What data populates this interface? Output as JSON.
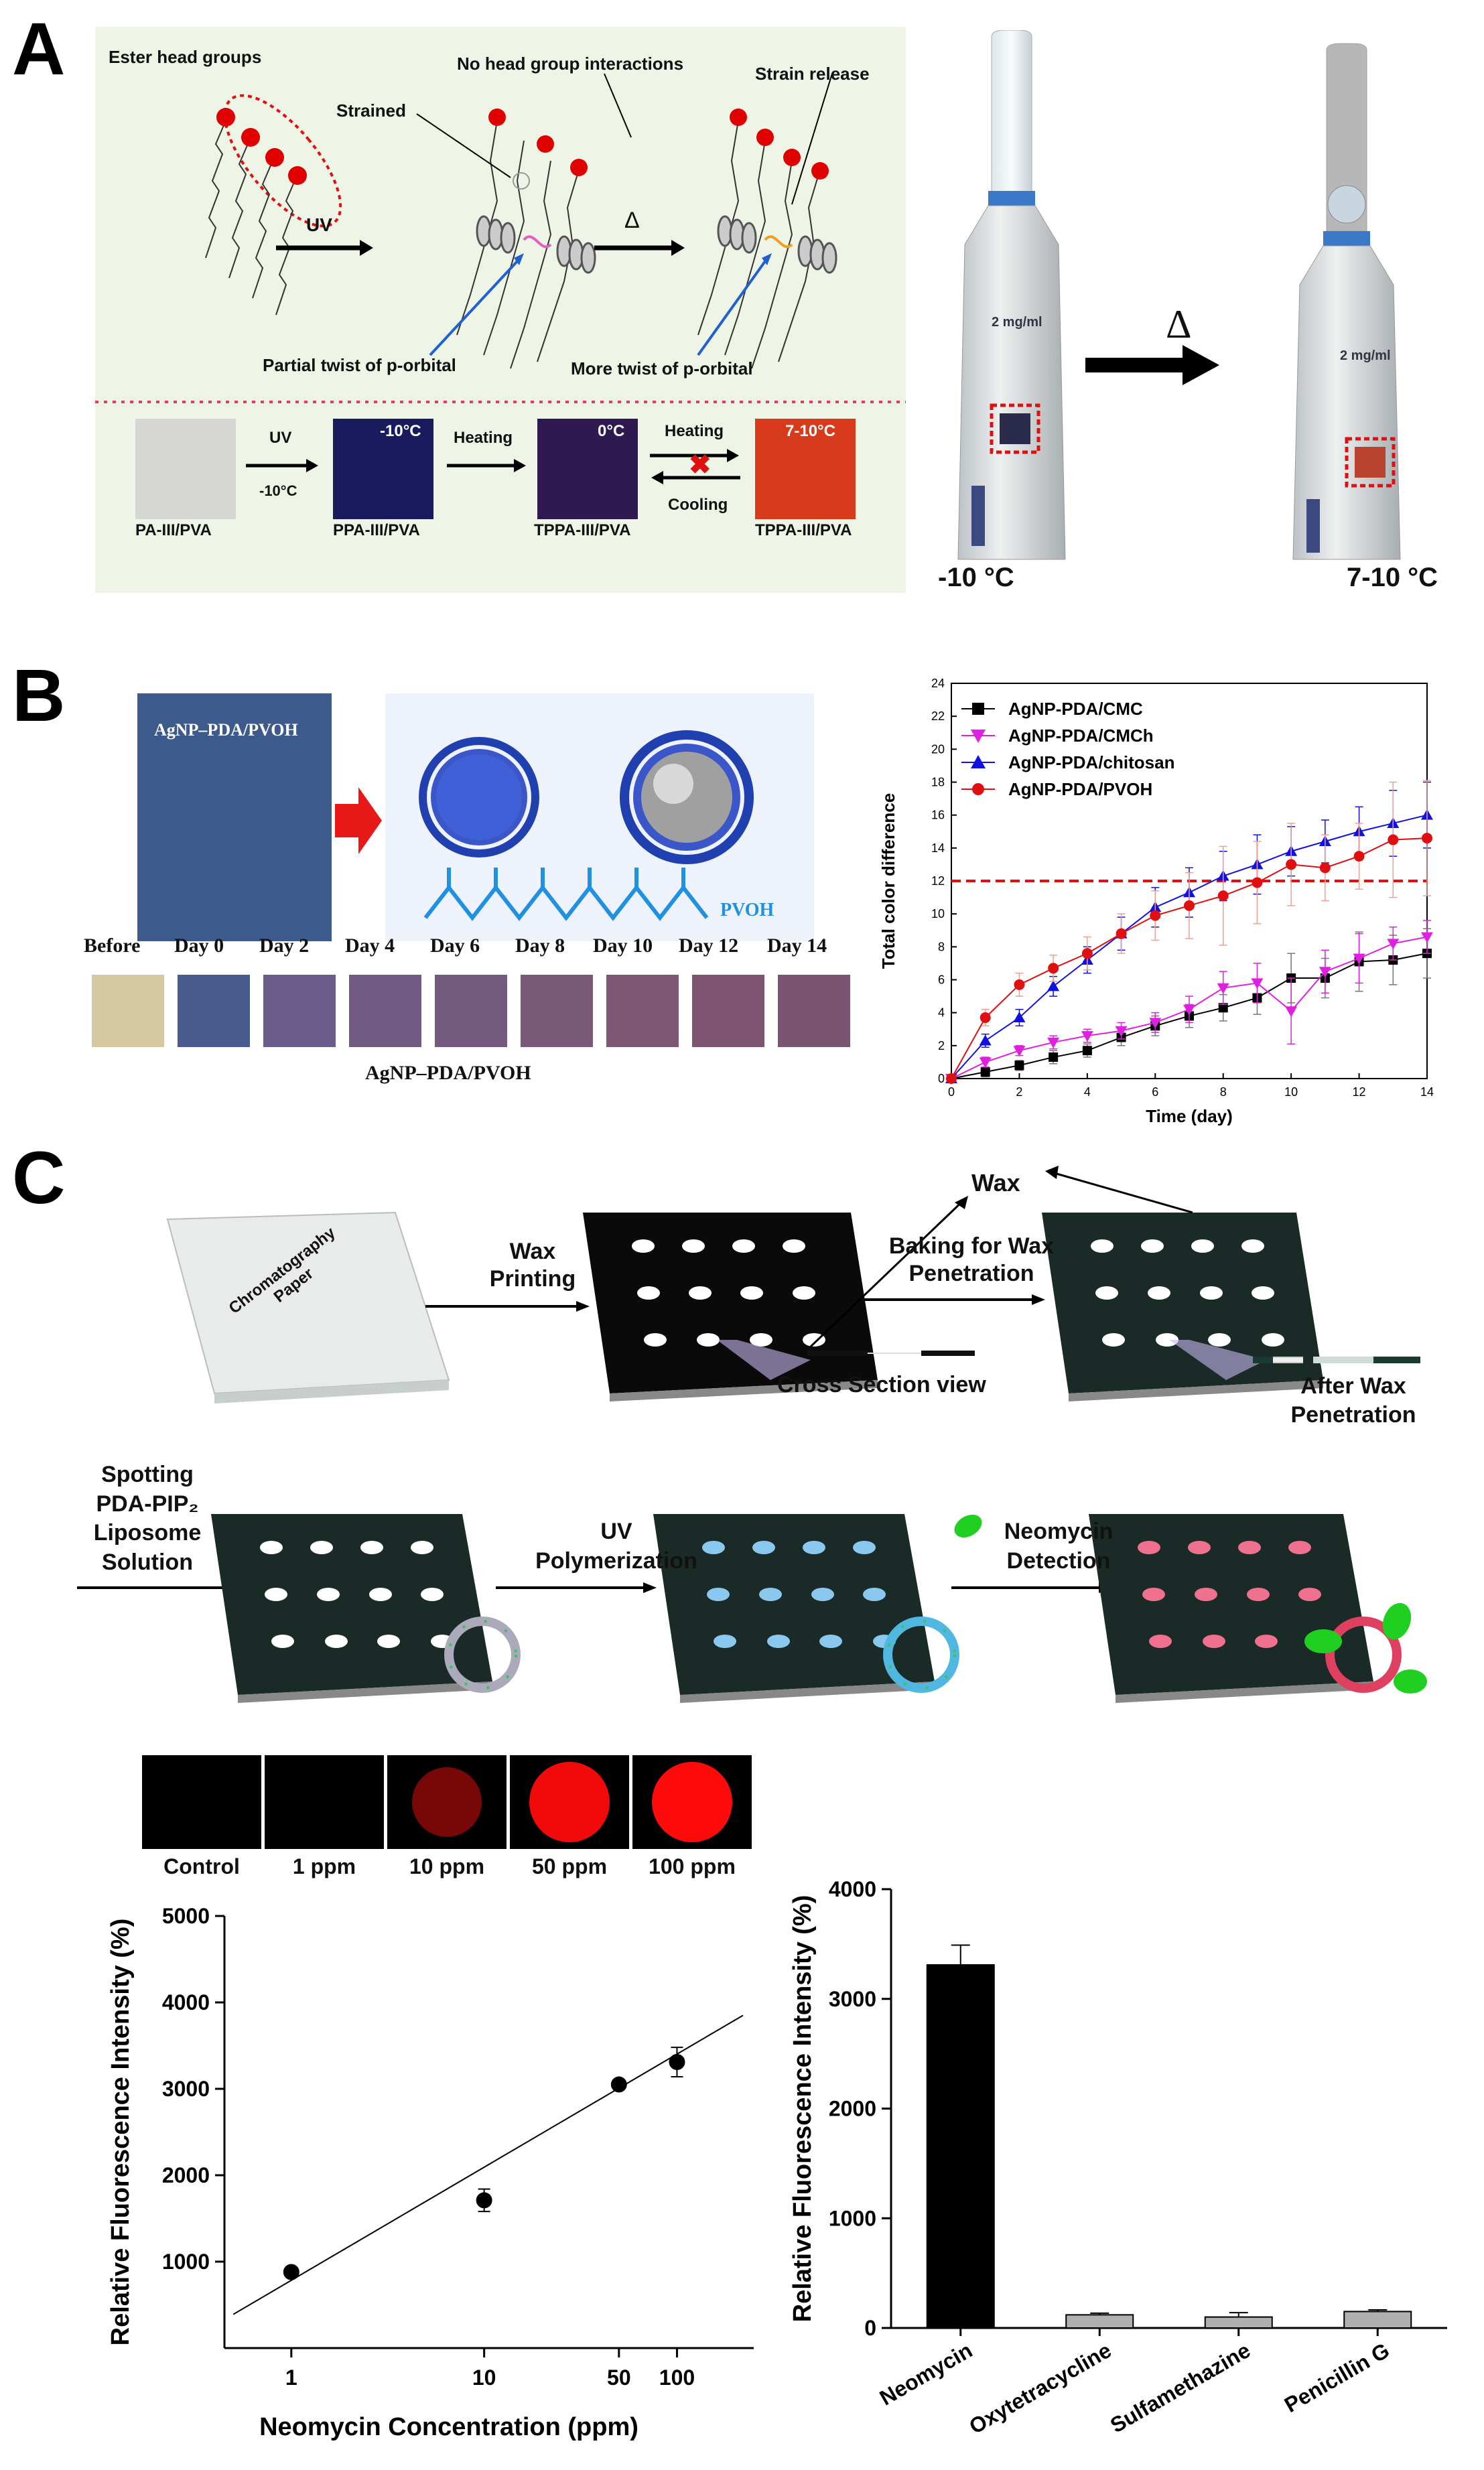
{
  "panels": {
    "a": "A",
    "b": "B",
    "c": "C"
  },
  "panelA": {
    "ester_head_groups": "Ester head groups",
    "no_head_group_interactions": "No head group interactions",
    "strained": "Strained",
    "strain_release": "Strain release",
    "uv": "UV",
    "delta": "Δ",
    "partial_twist": "Partial twist of p-orbital",
    "more_twist": "More twist of p-orbital",
    "sq1_label": "PA-III/PVA",
    "uv2": "UV",
    "temp_minus10": "-10°C",
    "sq2_temp": "-10°C",
    "sq2_label": "PPA-III/PVA",
    "heating": "Heating",
    "sq3_temp": "0°C",
    "sq3_label": "TPPA-III/PVA",
    "heating2": "Heating",
    "cooling": "Cooling",
    "sq4_temp": "7-10°C",
    "sq4_label": "TPPA-III/PVA",
    "vial_left_temp": "-10 °C",
    "vial_right_temp": "7-10 °C",
    "vial_delta": "Δ",
    "vial_label_text": "2 mg/ml"
  },
  "panelB": {
    "film_label": "AgNP–PDA/PVOH",
    "pvoh": "PVOH",
    "days": [
      "Before",
      "Day 0",
      "Day 2",
      "Day 4",
      "Day 6",
      "Day 8",
      "Day 10",
      "Day 12",
      "Day 14"
    ],
    "day_colors": [
      "#d4c9a0",
      "#4a5c8f",
      "#6a5d8c",
      "#705a82",
      "#74597e",
      "#7a5878",
      "#7c5672",
      "#7d5570",
      "#7a5572"
    ],
    "strip_caption": "AgNP–PDA/PVOH"
  },
  "panelC": {
    "paper_text": "Chromatography Paper",
    "wax_printing": "Wax Printing",
    "wax": "Wax",
    "baking": "Baking for Wax Penetration",
    "cross_section": "Cross Section view",
    "after_wax": "After Wax Penetration",
    "spotting": "Spotting PDA-PIP₂ Liposome Solution",
    "uv_poly": "UV Polymerization",
    "neomycin_detection": "Neomycin Detection",
    "fluor_labels": [
      "Control",
      "1 ppm",
      "10 ppm",
      "50 ppm",
      "100 ppm"
    ]
  },
  "chart_data": [
    {
      "type": "line",
      "title": "",
      "xlabel": "Time (day)",
      "ylabel": "Total color difference",
      "xlim": [
        0,
        14
      ],
      "ylim": [
        0,
        24
      ],
      "xticks": [
        0,
        2,
        4,
        6,
        8,
        10,
        12,
        14
      ],
      "yticks": [
        0,
        2,
        4,
        6,
        8,
        10,
        12,
        14,
        16,
        18,
        20,
        22,
        24
      ],
      "threshold": 12,
      "legend_position": "top-left",
      "series": [
        {
          "name": "AgNP-PDA/CMC",
          "color": "#000000",
          "marker": "square",
          "x": [
            0,
            1,
            2,
            3,
            4,
            5,
            6,
            7,
            8,
            9,
            10,
            11,
            12,
            13,
            14
          ],
          "y": [
            0,
            0.4,
            0.8,
            1.3,
            1.7,
            2.5,
            3.2,
            3.8,
            4.3,
            4.9,
            6.1,
            6.1,
            7.1,
            7.2,
            7.6
          ],
          "err": [
            0,
            0.3,
            0.3,
            0.4,
            0.4,
            0.5,
            0.6,
            0.7,
            0.8,
            1.0,
            1.5,
            1.2,
            1.8,
            1.5,
            1.5
          ]
        },
        {
          "name": "AgNP-PDA/CMCh",
          "color": "#e020e0",
          "marker": "triangle-down",
          "x": [
            0,
            1,
            2,
            3,
            4,
            5,
            6,
            7,
            8,
            9,
            10,
            11,
            12,
            13,
            14
          ],
          "y": [
            0,
            1.0,
            1.7,
            2.2,
            2.6,
            2.9,
            3.4,
            4.2,
            5.5,
            5.8,
            4.1,
            6.5,
            7.3,
            8.2,
            8.6
          ],
          "err": [
            0,
            0.3,
            0.3,
            0.4,
            0.4,
            0.5,
            0.6,
            0.8,
            1.0,
            1.2,
            2.0,
            1.3,
            1.5,
            1.0,
            1.0
          ]
        },
        {
          "name": "AgNP-PDA/chitosan",
          "color": "#1010e0",
          "marker": "triangle-up",
          "x": [
            0,
            1,
            2,
            3,
            4,
            5,
            6,
            7,
            8,
            9,
            10,
            11,
            12,
            13,
            14
          ],
          "y": [
            0,
            2.3,
            3.7,
            5.6,
            7.2,
            8.8,
            10.4,
            11.3,
            12.3,
            13.0,
            13.8,
            14.4,
            15.0,
            15.5,
            16.0
          ],
          "err": [
            0,
            0.4,
            0.5,
            0.6,
            0.8,
            1.0,
            1.2,
            1.5,
            1.5,
            1.8,
            1.5,
            1.3,
            1.5,
            2.0,
            2.0
          ]
        },
        {
          "name": "AgNP-PDA/PVOH",
          "color": "#e01010",
          "marker": "circle",
          "x": [
            0,
            1,
            2,
            3,
            4,
            5,
            6,
            7,
            8,
            9,
            10,
            11,
            12,
            13,
            14
          ],
          "y": [
            0,
            3.7,
            5.7,
            6.7,
            7.6,
            8.8,
            9.9,
            10.5,
            11.1,
            11.9,
            13.0,
            12.8,
            13.5,
            14.5,
            14.6
          ],
          "err": [
            0,
            0.5,
            0.7,
            0.8,
            1.0,
            1.2,
            1.5,
            2.0,
            3.0,
            2.5,
            2.5,
            2.0,
            2.0,
            3.5,
            3.5
          ]
        }
      ]
    },
    {
      "type": "scatter",
      "title": "",
      "xlabel": "Neomycin Concentration (ppm)",
      "ylabel": "Relative Fluorescence Intensity (%)",
      "xscale": "log",
      "xlim": [
        0.45,
        250
      ],
      "ylim": [
        0,
        5000
      ],
      "xticks": [
        1,
        10,
        50,
        100
      ],
      "yticks": [
        1000,
        2000,
        3000,
        4000,
        5000
      ],
      "points": {
        "x": [
          1,
          10,
          50,
          100
        ],
        "y": [
          880,
          1710,
          3050,
          3310
        ],
        "err": [
          40,
          130,
          40,
          170
        ]
      },
      "fit_line": {
        "x": [
          0.5,
          220
        ],
        "y": [
          390,
          3850
        ]
      }
    },
    {
      "type": "bar",
      "title": "",
      "xlabel": "",
      "ylabel": "Relative Fluorescence Intensity (%)",
      "ylim": [
        0,
        4000
      ],
      "yticks": [
        0,
        1000,
        2000,
        3000,
        4000
      ],
      "categories": [
        "Neomycin",
        "Oxytetracycline",
        "Sulfamethazine",
        "Penicillin G"
      ],
      "values": [
        3310,
        120,
        100,
        150
      ],
      "errors": [
        180,
        15,
        40,
        15
      ],
      "colors": [
        "#000000",
        "#b0b0b0",
        "#b0b0b0",
        "#b0b0b0"
      ]
    }
  ]
}
